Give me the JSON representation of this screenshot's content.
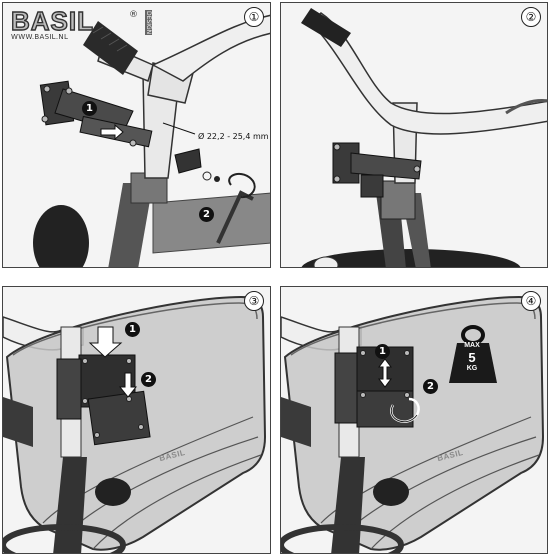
{
  "brand": {
    "logo_text": "BASIL",
    "registered": "®",
    "tagline": "DESIGN",
    "url": "WWW.BASIL.NL"
  },
  "panels": [
    {
      "number": "①",
      "steps": [
        "1",
        "2"
      ]
    },
    {
      "number": "②"
    },
    {
      "number": "③",
      "steps": [
        "1",
        "2"
      ]
    },
    {
      "number": "④",
      "steps": [
        "1",
        "2"
      ]
    }
  ],
  "dimension_label": "Ø 22,2 - 25,4 mm",
  "basket_brand": "BASIL",
  "weight_badge": {
    "max": "MAX",
    "value": "5",
    "unit": "KG"
  }
}
